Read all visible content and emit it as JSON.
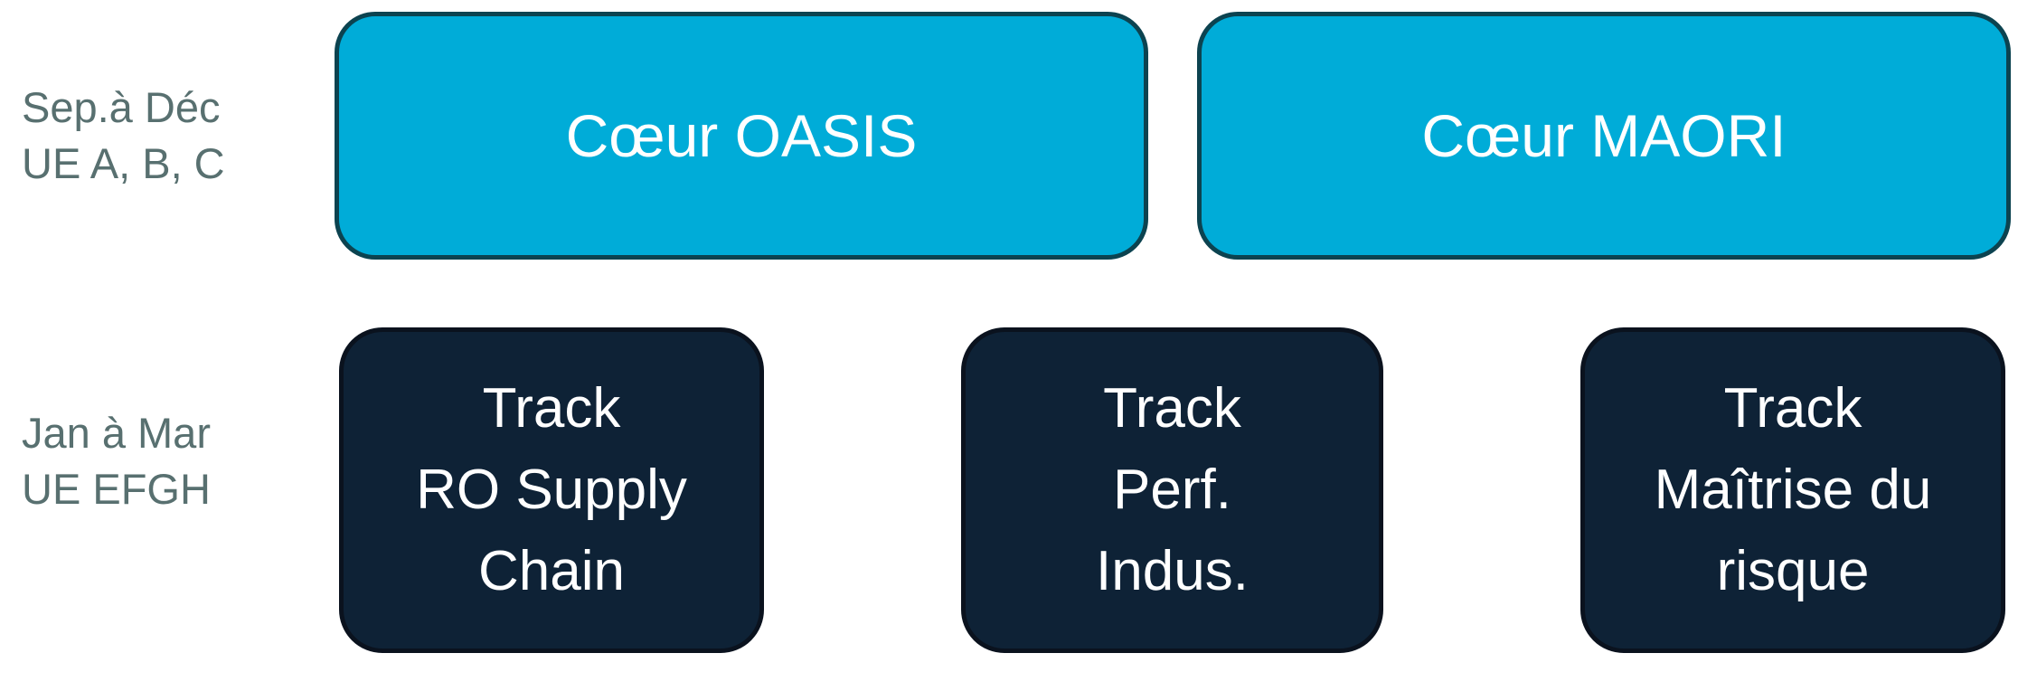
{
  "colors": {
    "core_box_fill": "#00ACD8",
    "core_box_border": "#0C4350",
    "track_box_fill": "#0E2236",
    "track_box_border": "#0A121E",
    "period_label_text": "#587070",
    "box_text": "#FFFFFF"
  },
  "rows": [
    {
      "period_label": {
        "line1": "Sep.à Déc",
        "line2": "UE A, B, C"
      },
      "boxes": [
        {
          "title": "Cœur OASIS"
        },
        {
          "title": "Cœur MAORI"
        }
      ]
    },
    {
      "period_label": {
        "line1": "Jan à Mar",
        "line2": "UE EFGH"
      },
      "boxes": [
        {
          "line1": "Track",
          "line2": "RO Supply",
          "line3": "Chain"
        },
        {
          "line1": "Track",
          "line2": "Perf.",
          "line3": "Indus."
        },
        {
          "line1": "Track",
          "line2": "Maîtrise du",
          "line3": "risque"
        }
      ]
    }
  ]
}
